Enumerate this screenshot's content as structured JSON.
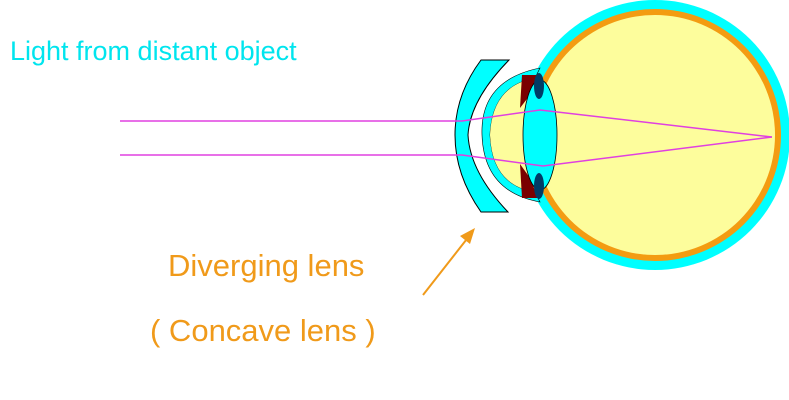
{
  "title": "Light from distant object",
  "labels": {
    "diverging": "Diverging lens",
    "concave": "( Concave lens )"
  },
  "colors": {
    "cyan": "#00ffff",
    "orange": "#f39c12",
    "yellow": "#fdfd9c",
    "ray": "#e040e0",
    "iris": "#7a0000",
    "ciliary": "#003b66",
    "label": "#f09a1a"
  }
}
